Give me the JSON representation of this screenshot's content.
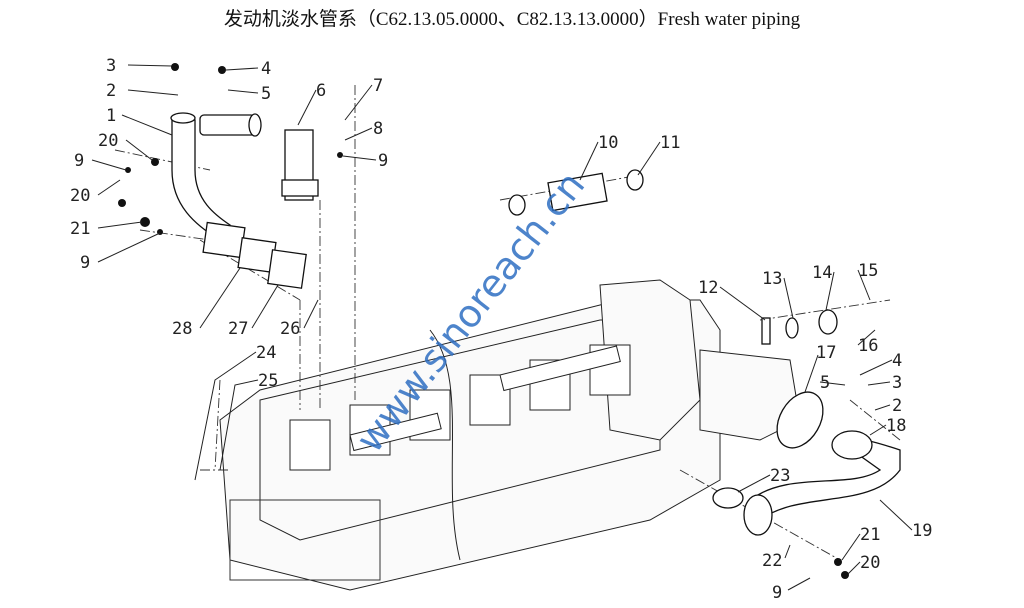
{
  "title": "发动机淡水管系（C62.13.05.0000、C82.13.13.0000）Fresh water piping",
  "watermark": "www.sinoreach.cn",
  "callouts": [
    "3",
    "2",
    "1",
    "20",
    "9",
    "20",
    "21",
    "9",
    "4",
    "5",
    "6",
    "7",
    "8",
    "9",
    "10",
    "11",
    "28",
    "27",
    "26",
    "24",
    "25",
    "12",
    "13",
    "14",
    "15",
    "16",
    "17",
    "4",
    "5",
    "3",
    "2",
    "18",
    "23",
    "19",
    "21",
    "20",
    "22",
    "9"
  ]
}
